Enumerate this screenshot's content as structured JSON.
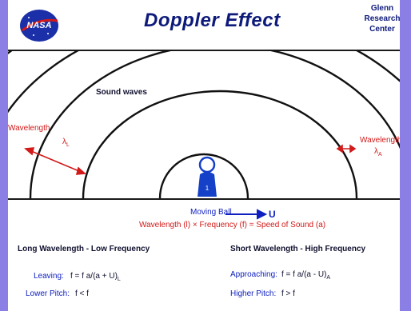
{
  "header": {
    "title": "Doppler Effect",
    "center_lines": [
      "Glenn",
      "Research",
      "Center"
    ],
    "logo_text": "NASA"
  },
  "diagram": {
    "waves_label": "Sound waves",
    "wavelength_left": "Wavelength",
    "wavelength_right": "Wavelength",
    "lambda_left": "λ",
    "lambda_left_sub": "L",
    "lambda_right": "λ",
    "lambda_right_sub": "A",
    "ball_label": "Moving Ball",
    "velocity_symbol": "U",
    "equation": "Wavelength (l) × Frequency (f) = Speed of Sound (a)"
  },
  "bottom": {
    "left_heading": "Long Wavelength - Low Frequency",
    "right_heading": "Short Wavelength - High Frequency",
    "leaving_label": "Leaving:",
    "leaving_formula": "f  = f  a/(a + U)",
    "leaving_sub": "L",
    "approaching_label": "Approaching:",
    "approaching_formula": "f  = f  a/(a - U)",
    "approaching_sub": "A",
    "lower_label": "Lower Pitch:",
    "lower_formula": "f  < f",
    "higher_label": "Higher Pitch:",
    "higher_formula": "f  > f"
  },
  "colors": {
    "frame": "#8b7fe6",
    "title": "#0d1a7a",
    "wave": "#111111",
    "ball": "#1540c8",
    "accent_red": "#d21a1a"
  }
}
